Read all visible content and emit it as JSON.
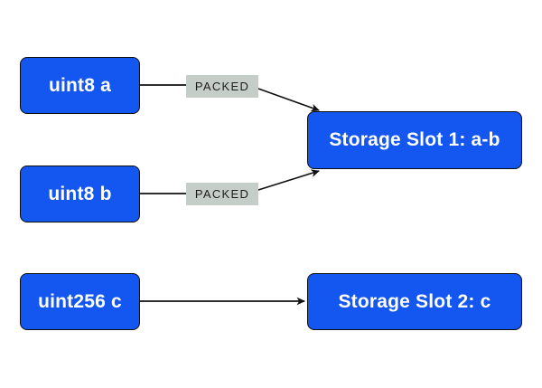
{
  "colors": {
    "background": "#ffffff",
    "node_fill": "#1456f0",
    "node_border": "#0d0d0d",
    "node_text": "#ffffff",
    "packed_bg": "#c5cdc8",
    "packed_text": "#1c1c1c",
    "arrow": "#111111"
  },
  "diagram": {
    "type": "flow-diagram",
    "source_nodes": [
      {
        "label": "uint8 a"
      },
      {
        "label": "uint8 b"
      },
      {
        "label": "uint256 c"
      }
    ],
    "target_nodes": [
      {
        "label": "Storage Slot 1: a-b"
      },
      {
        "label": "Storage Slot 2: c"
      }
    ],
    "edge_labels": [
      {
        "label": "PACKED"
      },
      {
        "label": "PACKED"
      }
    ],
    "edges": [
      {
        "from": "uint8 a",
        "via": "PACKED",
        "to": "Storage Slot 1: a-b"
      },
      {
        "from": "uint8 b",
        "via": "PACKED",
        "to": "Storage Slot 1: a-b"
      },
      {
        "from": "uint256 c",
        "via": null,
        "to": "Storage Slot 2: c"
      }
    ]
  }
}
